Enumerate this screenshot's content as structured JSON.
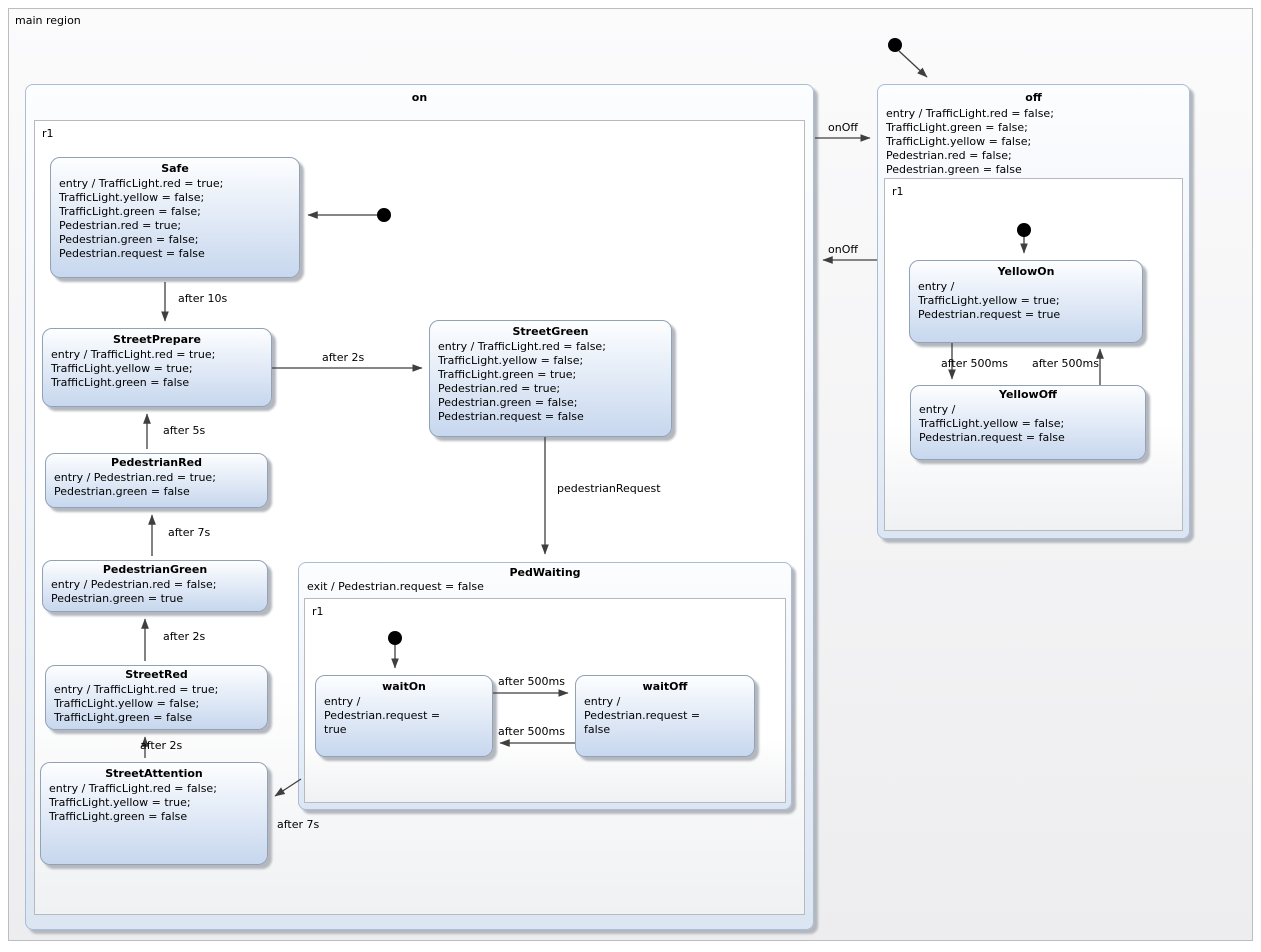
{
  "diagram_label": "main region",
  "colors": {
    "composite_border": "#a9bdd6",
    "state_border": "#92a2b5",
    "state_top": "#fdfeff",
    "state_bottom": "#c7d7ee",
    "transition_color": "#3f3f3f"
  },
  "composites": {
    "on": {
      "title": "on",
      "region_label": "r1"
    },
    "off": {
      "title": "off",
      "entry": "entry / TrafficLight.red = false;\nTrafficLight.green = false;\nTrafficLight.yellow = false;\nPedestrian.red = false;\nPedestrian.green = false",
      "region_label": "r1"
    },
    "pedwaiting": {
      "title": "PedWaiting",
      "exit": "exit / Pedestrian.request = false",
      "region_label": "r1"
    }
  },
  "states": {
    "safe": {
      "title": "Safe",
      "body": "entry / TrafficLight.red = true;\nTrafficLight.yellow = false;\nTrafficLight.green = false;\nPedestrian.red = true;\nPedestrian.green = false;\nPedestrian.request = false"
    },
    "street_prepare": {
      "title": "StreetPrepare",
      "body": "entry / TrafficLight.red = true;\nTrafficLight.yellow = true;\nTrafficLight.green = false"
    },
    "street_green": {
      "title": "StreetGreen",
      "body": "entry / TrafficLight.red = false;\nTrafficLight.yellow = false;\nTrafficLight.green = true;\nPedestrian.red = true;\nPedestrian.green = false;\nPedestrian.request = false"
    },
    "pedestrian_red": {
      "title": "PedestrianRed",
      "body": "entry / Pedestrian.red = true;\nPedestrian.green = false"
    },
    "pedestrian_green": {
      "title": "PedestrianGreen",
      "body": "entry / Pedestrian.red = false;\nPedestrian.green = true"
    },
    "street_red": {
      "title": "StreetRed",
      "body": "entry / TrafficLight.red = true;\nTrafficLight.yellow = false;\nTrafficLight.green = false"
    },
    "street_attention": {
      "title": "StreetAttention",
      "body": "entry / TrafficLight.red = false;\nTrafficLight.yellow = true;\nTrafficLight.green = false"
    },
    "wait_on": {
      "title": "waitOn",
      "body": "entry /\nPedestrian.request =\ntrue"
    },
    "wait_off": {
      "title": "waitOff",
      "body": "entry /\nPedestrian.request =\nfalse"
    },
    "yellow_on": {
      "title": "YellowOn",
      "body": "entry /\nTrafficLight.yellow = true;\nPedestrian.request = true"
    },
    "yellow_off": {
      "title": "YellowOff",
      "body": "entry /\nTrafficLight.yellow = false;\nPedestrian.request = false"
    }
  },
  "transitions": {
    "on_to_off": "onOff",
    "off_to_on": "onOff",
    "safe_to_streetprepare": "after 10s",
    "streetprepare_to_streetgreen": "after 2s",
    "pedestrianred_to_streetprepare": "after 5s",
    "pedestriangreen_to_pedestrianred": "after 7s",
    "streetgreen_to_pedwaiting": "pedestrianRequest",
    "streetred_to_pedestriangreen": "after 2s",
    "streetattention_to_streetred": "after 2s",
    "pedwaiting_to_streetattention": "after 7s",
    "waiton_to_waitoff": "after 500ms",
    "waitoff_to_waiton": "after 500ms",
    "yellowon_to_yellowoff": "after 500ms",
    "yellowoff_to_yellowon": "after 500ms"
  }
}
